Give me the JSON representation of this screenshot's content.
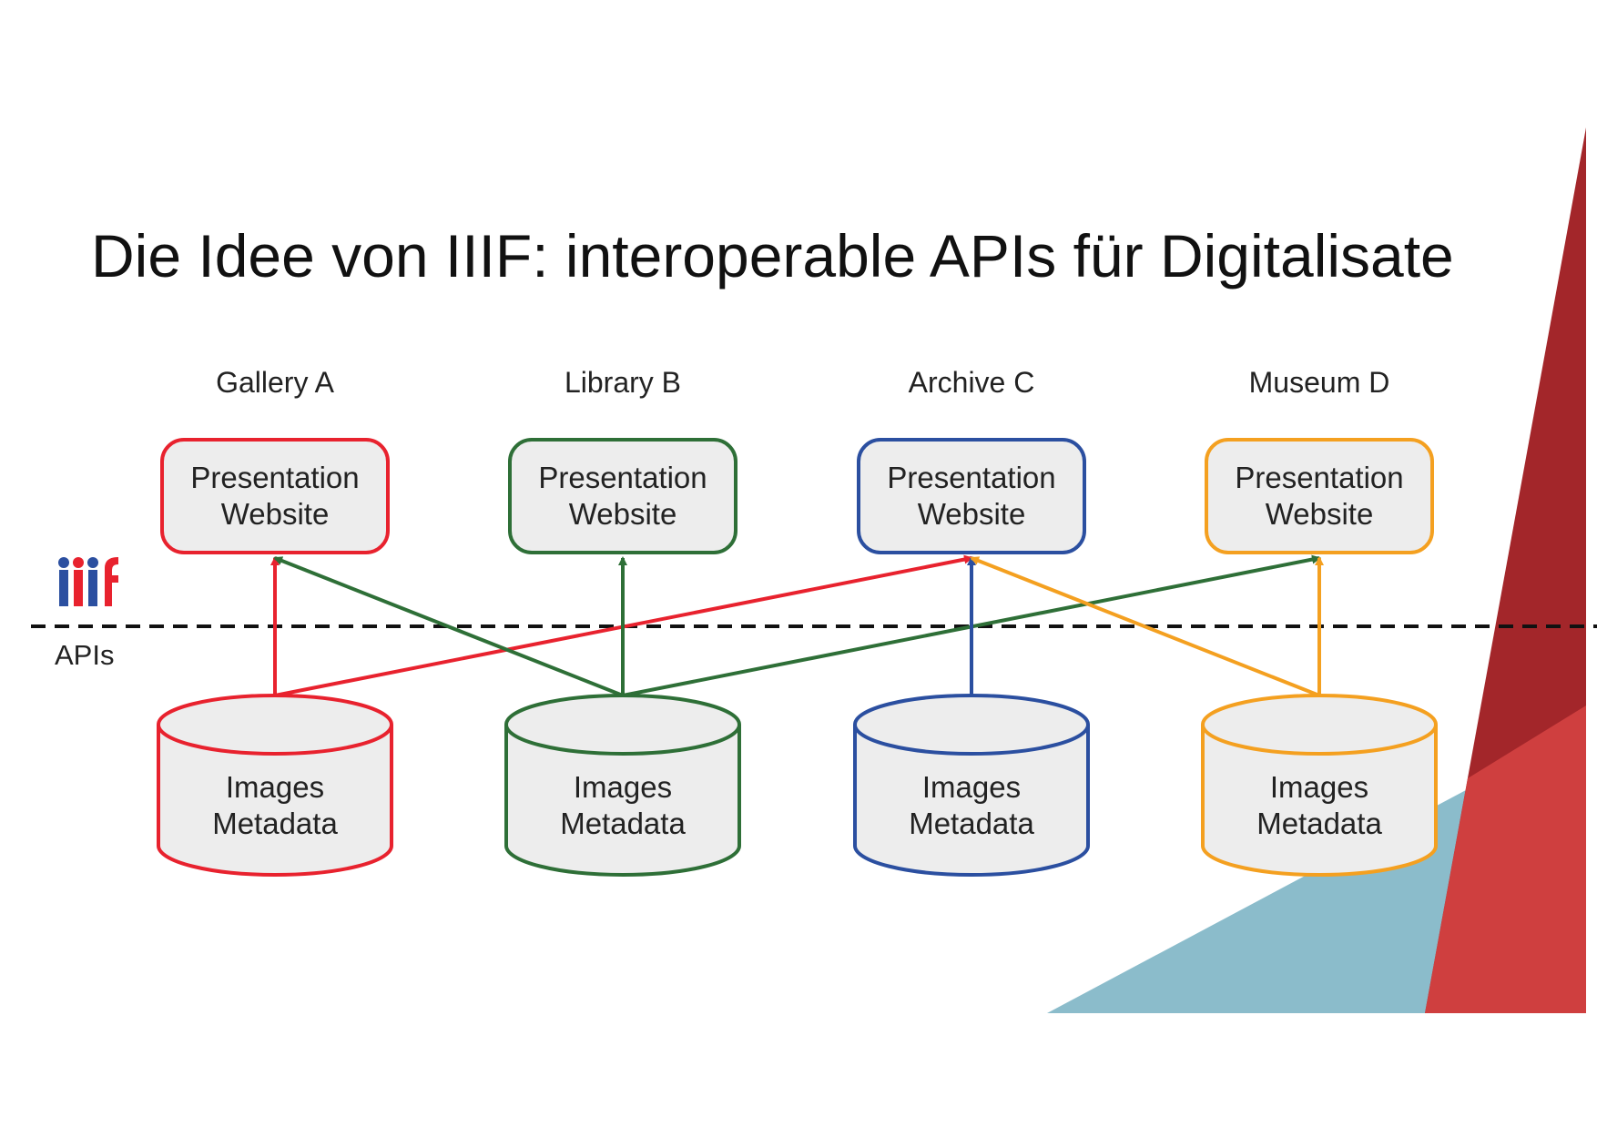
{
  "title": "Die Idee von IIIF: interoperable APIs für Digitalisate",
  "api_label": "APIs",
  "logo_text": "iiif",
  "presentation": {
    "line1": "Presentation",
    "line2": "Website"
  },
  "storage": {
    "line1": "Images",
    "line2": "Metadata"
  },
  "institutions": [
    {
      "name": "Gallery A",
      "color": "#e8222e"
    },
    {
      "name": "Library B",
      "color": "#2e6f37"
    },
    {
      "name": "Archive C",
      "color": "#2b4fa0"
    },
    {
      "name": "Museum D",
      "color": "#f4a020"
    }
  ],
  "connections": [
    {
      "from": "Gallery A",
      "to": "Gallery A",
      "color": "#e8222e"
    },
    {
      "from": "Gallery A",
      "to": "Archive C",
      "color": "#e8222e"
    },
    {
      "from": "Library B",
      "to": "Gallery A",
      "color": "#2e6f37"
    },
    {
      "from": "Library B",
      "to": "Library B",
      "color": "#2e6f37"
    },
    {
      "from": "Library B",
      "to": "Museum D",
      "color": "#2e6f37"
    },
    {
      "from": "Archive C",
      "to": "Archive C",
      "color": "#2b4fa0"
    },
    {
      "from": "Museum D",
      "to": "Archive C",
      "color": "#f4a020"
    },
    {
      "from": "Museum D",
      "to": "Museum D",
      "color": "#f4a020"
    }
  ],
  "decor_colors": {
    "red_dark": "#a3262a",
    "red": "#cf3f3f",
    "teal": "#8bbccb"
  }
}
